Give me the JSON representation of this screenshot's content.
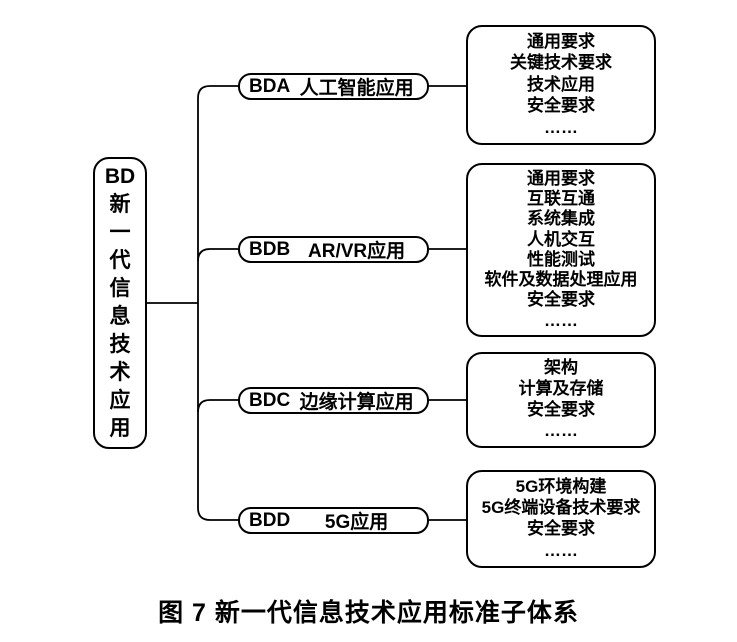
{
  "figure": {
    "caption": "图 7 新一代信息技术应用标准子体系"
  },
  "root": {
    "label": "BD 新一代信息技术应用",
    "label_lines": [
      "BD",
      "新",
      "一",
      "代",
      "信",
      "息",
      "技",
      "术",
      "应",
      "用"
    ]
  },
  "branches": [
    {
      "code": "BDA",
      "name": "人工智能应用",
      "items": [
        "通用要求",
        "关键技术要求",
        "技术应用",
        "安全要求",
        "……"
      ]
    },
    {
      "code": "BDB",
      "name": "AR/VR应用",
      "items": [
        "通用要求",
        "互联互通",
        "系统集成",
        "人机交互",
        "性能测试",
        "软件及数据处理应用",
        "安全要求",
        "……"
      ]
    },
    {
      "code": "BDC",
      "name": "边缘计算应用",
      "items": [
        "架构",
        "计算及存储",
        "安全要求",
        "……"
      ]
    },
    {
      "code": "BDD",
      "name": "5G应用",
      "items": [
        "5G环境构建",
        "5G终端设备技术要求",
        "安全要求",
        "……"
      ]
    }
  ],
  "colors": {
    "line": "#000000",
    "text": "#000000",
    "background": "#ffffff"
  }
}
